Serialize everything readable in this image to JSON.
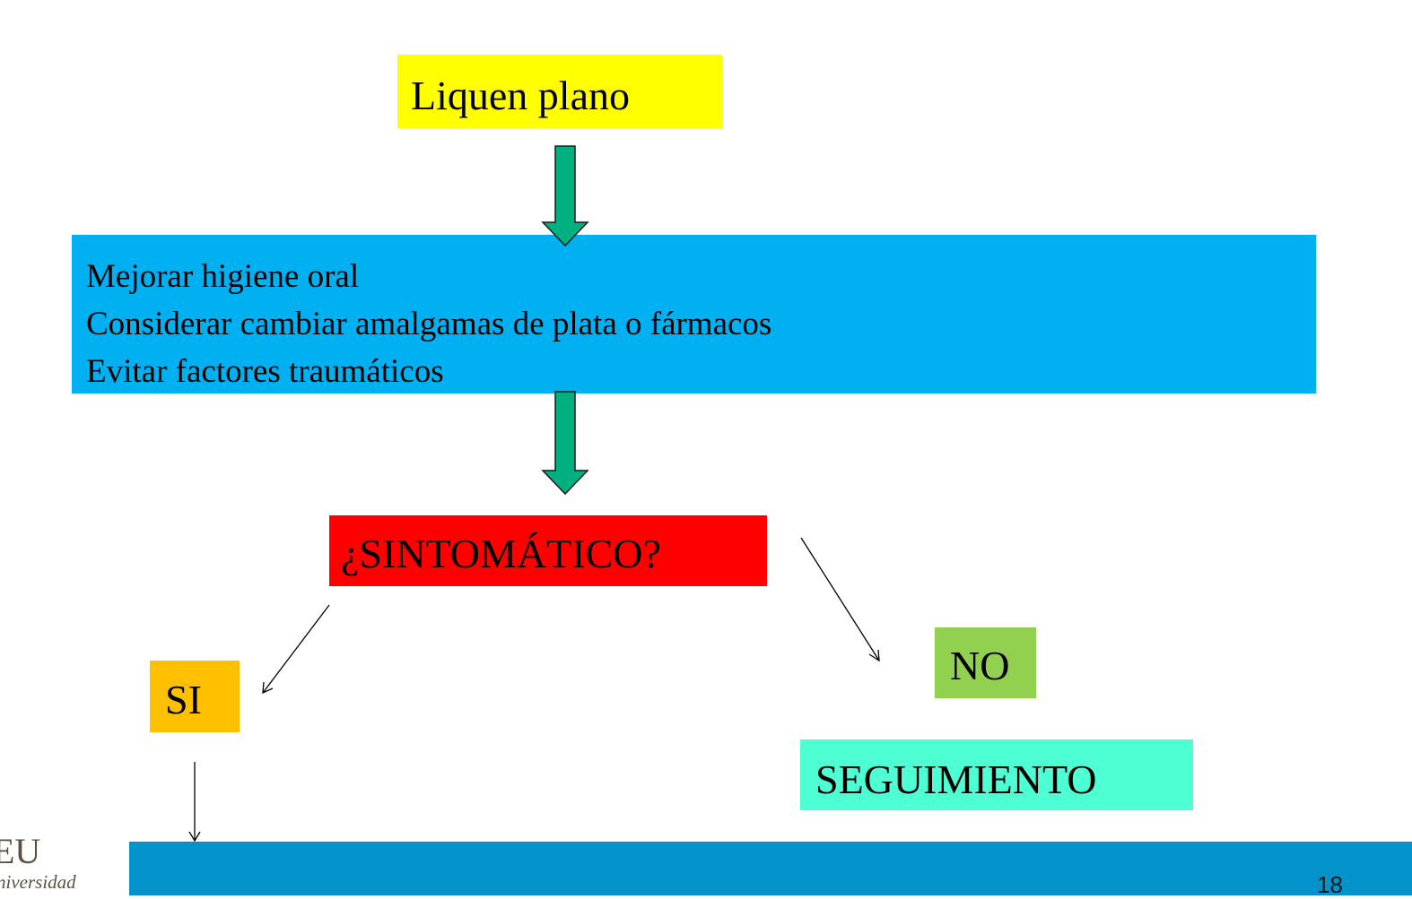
{
  "flowchart": {
    "start": "Liquen plano",
    "measures": [
      "Mejorar higiene oral",
      "Considerar cambiar amalgamas de plata o fármacos",
      "Evitar factores traumáticos"
    ],
    "question": "¿SINTOMÁTICO?",
    "yes": "SI",
    "no": "NO",
    "followup": "SEGUIMIENTO"
  },
  "footer": {
    "page_number": "18",
    "logo_text": "EU",
    "logo_subtext": "niversidad"
  },
  "colors": {
    "start_box": "#ffff00",
    "measures_box": "#00b0f0",
    "question_box": "#ff0000",
    "yes_box": "#ffc000",
    "no_box": "#92d050",
    "followup_box": "#4dffd2",
    "block_arrow": "#00b080",
    "footer_bar": "#0392c9"
  }
}
